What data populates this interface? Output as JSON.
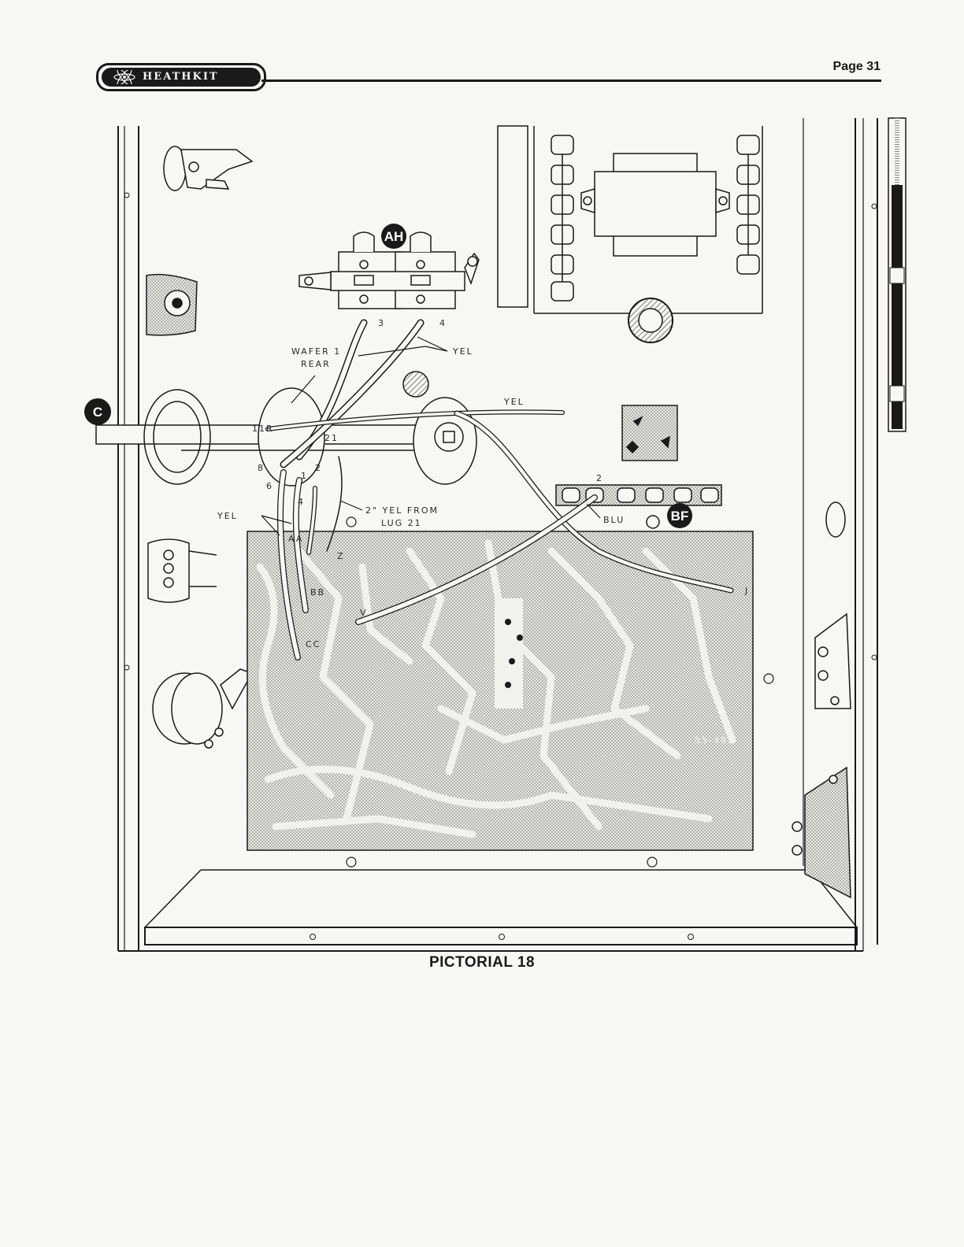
{
  "header": {
    "logo_text": "HEATHKIT",
    "page_label": "Page 31"
  },
  "diagram": {
    "badges": {
      "ah": "AH",
      "bf": "BF",
      "c": "C"
    },
    "labels": {
      "wafer_line1": "WAFER 1",
      "wafer_line2": "REAR",
      "yel_top": "YEL",
      "yel_right": "YEL",
      "yel_left": "YEL",
      "yel_from_line1": "2\" YEL FROM",
      "yel_from_line2": "LUG 21",
      "blu": "BLU",
      "lug_3": "3",
      "lug_4": "4",
      "sw_11r": "11R",
      "sw_21": "21",
      "sw_8": "8",
      "sw_2": "2",
      "sw_1": "1",
      "sw_6": "6",
      "sw_4": "4",
      "strip_2": "2",
      "pt_aa": "AA",
      "pt_z": "Z",
      "pt_bb": "BB",
      "pt_v": "V",
      "pt_cc": "CC",
      "pt_j": "J",
      "board_code": "85-482"
    }
  },
  "caption": "PICTORIAL 18"
}
